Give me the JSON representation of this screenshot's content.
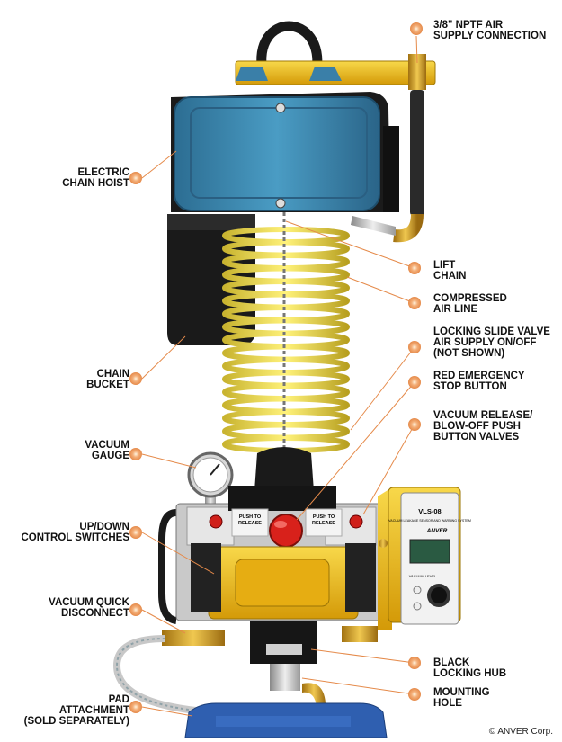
{
  "colors": {
    "hoist_blue": "#3d88b0",
    "yellow": "#f2c21a",
    "callout_orange": "#f0a060",
    "leader_line": "#e58a4a",
    "pad_blue": "#2f5fb0",
    "body_black": "#1a1a1a"
  },
  "callouts": [
    {
      "id": "air-supply",
      "lines": [
        "3/8\" NPTF AIR",
        "SUPPLY CONNECTION"
      ]
    },
    {
      "id": "hoist",
      "lines": [
        "ELECTRIC",
        "CHAIN HOIST"
      ]
    },
    {
      "id": "lift-chain",
      "lines": [
        "LIFT",
        "CHAIN"
      ]
    },
    {
      "id": "air-line",
      "lines": [
        "COMPRESSED",
        "AIR LINE"
      ]
    },
    {
      "id": "slide-valve",
      "lines": [
        "LOCKING SLIDE VALVE",
        "AIR SUPPLY ON/OFF",
        "(NOT SHOWN)"
      ]
    },
    {
      "id": "chain-bucket",
      "lines": [
        "CHAIN",
        "BUCKET"
      ]
    },
    {
      "id": "estop",
      "lines": [
        "RED EMERGENCY",
        "STOP BUTTON"
      ]
    },
    {
      "id": "release-valves",
      "lines": [
        "VACUUM RELEASE/",
        "BLOW-OFF PUSH",
        "BUTTON VALVES"
      ]
    },
    {
      "id": "gauge",
      "lines": [
        "VACUUM",
        "GAUGE"
      ]
    },
    {
      "id": "updown",
      "lines": [
        "UP/DOWN",
        "CONTROL SWITCHES"
      ]
    },
    {
      "id": "quick-disconnect",
      "lines": [
        "VACUUM QUICK",
        "DISCONNECT"
      ]
    },
    {
      "id": "locking-hub",
      "lines": [
        "BLACK",
        "LOCKING HUB"
      ]
    },
    {
      "id": "mounting-hole",
      "lines": [
        "MOUNTING",
        "HOLE"
      ]
    },
    {
      "id": "pad",
      "lines": [
        "PAD",
        "ATTACHMENT",
        "(SOLD SEPARATELY)"
      ]
    }
  ],
  "panel_text": {
    "push_release_left": [
      "PUSH TO",
      "RELEASE"
    ],
    "push_release_right": [
      "PUSH TO",
      "RELEASE"
    ],
    "vls_title": "VLS-08",
    "vls_sub": "VACUUM LEAKAGE SENSOR AND WARNING SYSTEM",
    "brand": "ANVER",
    "vacuum_level": "VACUUM LEVEL"
  },
  "credit": "© ANVER Corp."
}
